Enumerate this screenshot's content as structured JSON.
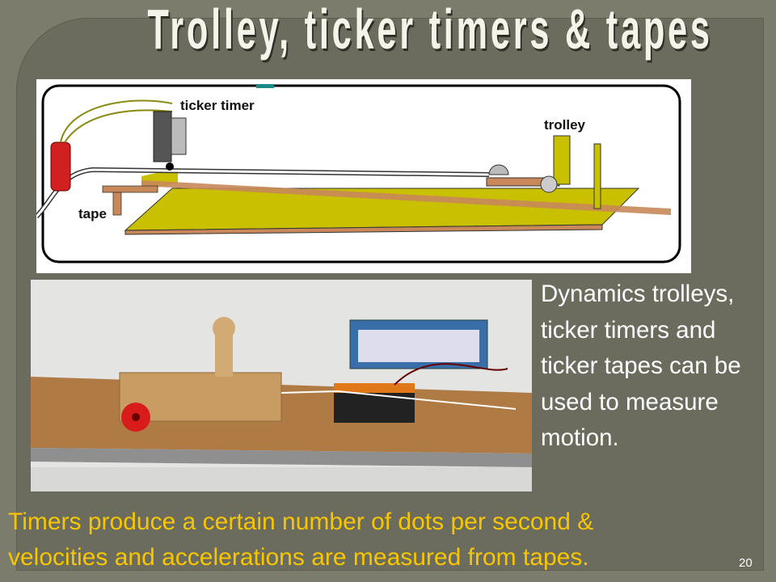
{
  "slide": {
    "title": "Trolley, ticker timers & tapes",
    "page_number": "20"
  },
  "diagram": {
    "labels": {
      "ticker_timer": "ticker timer",
      "trolley": "trolley",
      "tape": "tape"
    }
  },
  "side_text": "Dynamics trolleys, ticker timers and ticker tapes can be used to measure motion.",
  "bottom_text": {
    "line1": "Timers produce a certain number of dots per second &",
    "line2": "velocities and accelerations are measured from tapes."
  },
  "colors": {
    "background": "#6b6c5d",
    "accent_text": "#f7c600",
    "board": "#c8c000",
    "wood": "#c8885a"
  }
}
